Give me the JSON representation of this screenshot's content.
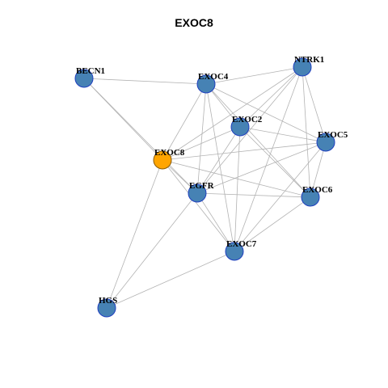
{
  "title": "EXOC8",
  "colors": {
    "node_fill": "#4682b4",
    "node_stroke": "#1f3fbf",
    "focus_fill": "#ffa500",
    "focus_stroke": "#8a5a00",
    "edge": "#b3b3b3"
  },
  "graph": {
    "focus": "EXOC8",
    "nodes": [
      {
        "id": "BECN1",
        "label": "BECN1"
      },
      {
        "id": "EXOC4",
        "label": "EXOC4"
      },
      {
        "id": "NTRK1",
        "label": "NTRK1"
      },
      {
        "id": "EXOC2",
        "label": "EXOC2"
      },
      {
        "id": "EXOC5",
        "label": "EXOC5"
      },
      {
        "id": "EXOC8",
        "label": "EXOC8"
      },
      {
        "id": "EGFR",
        "label": "EGFR"
      },
      {
        "id": "EXOC6",
        "label": "EXOC6"
      },
      {
        "id": "EXOC7",
        "label": "EXOC7"
      },
      {
        "id": "HGS",
        "label": "HGS"
      }
    ],
    "edges": [
      [
        "BECN1",
        "EXOC4"
      ],
      [
        "BECN1",
        "EXOC8"
      ],
      [
        "BECN1",
        "EGFR"
      ],
      [
        "EXOC4",
        "NTRK1"
      ],
      [
        "EXOC4",
        "EXOC2"
      ],
      [
        "EXOC4",
        "EXOC5"
      ],
      [
        "EXOC4",
        "EXOC8"
      ],
      [
        "EXOC4",
        "EGFR"
      ],
      [
        "EXOC4",
        "EXOC6"
      ],
      [
        "EXOC4",
        "EXOC7"
      ],
      [
        "NTRK1",
        "EXOC2"
      ],
      [
        "NTRK1",
        "EXOC5"
      ],
      [
        "NTRK1",
        "EXOC8"
      ],
      [
        "NTRK1",
        "EGFR"
      ],
      [
        "NTRK1",
        "EXOC6"
      ],
      [
        "NTRK1",
        "EXOC7"
      ],
      [
        "EXOC2",
        "EXOC5"
      ],
      [
        "EXOC2",
        "EXOC8"
      ],
      [
        "EXOC2",
        "EGFR"
      ],
      [
        "EXOC2",
        "EXOC6"
      ],
      [
        "EXOC2",
        "EXOC7"
      ],
      [
        "EXOC5",
        "EXOC8"
      ],
      [
        "EXOC5",
        "EGFR"
      ],
      [
        "EXOC5",
        "EXOC6"
      ],
      [
        "EXOC5",
        "EXOC7"
      ],
      [
        "EXOC8",
        "EGFR"
      ],
      [
        "EXOC8",
        "EXOC6"
      ],
      [
        "EXOC8",
        "EXOC7"
      ],
      [
        "EXOC8",
        "HGS"
      ],
      [
        "EGFR",
        "EXOC6"
      ],
      [
        "EGFR",
        "EXOC7"
      ],
      [
        "EGFR",
        "HGS"
      ],
      [
        "EXOC6",
        "EXOC7"
      ],
      [
        "EXOC7",
        "HGS"
      ]
    ]
  }
}
